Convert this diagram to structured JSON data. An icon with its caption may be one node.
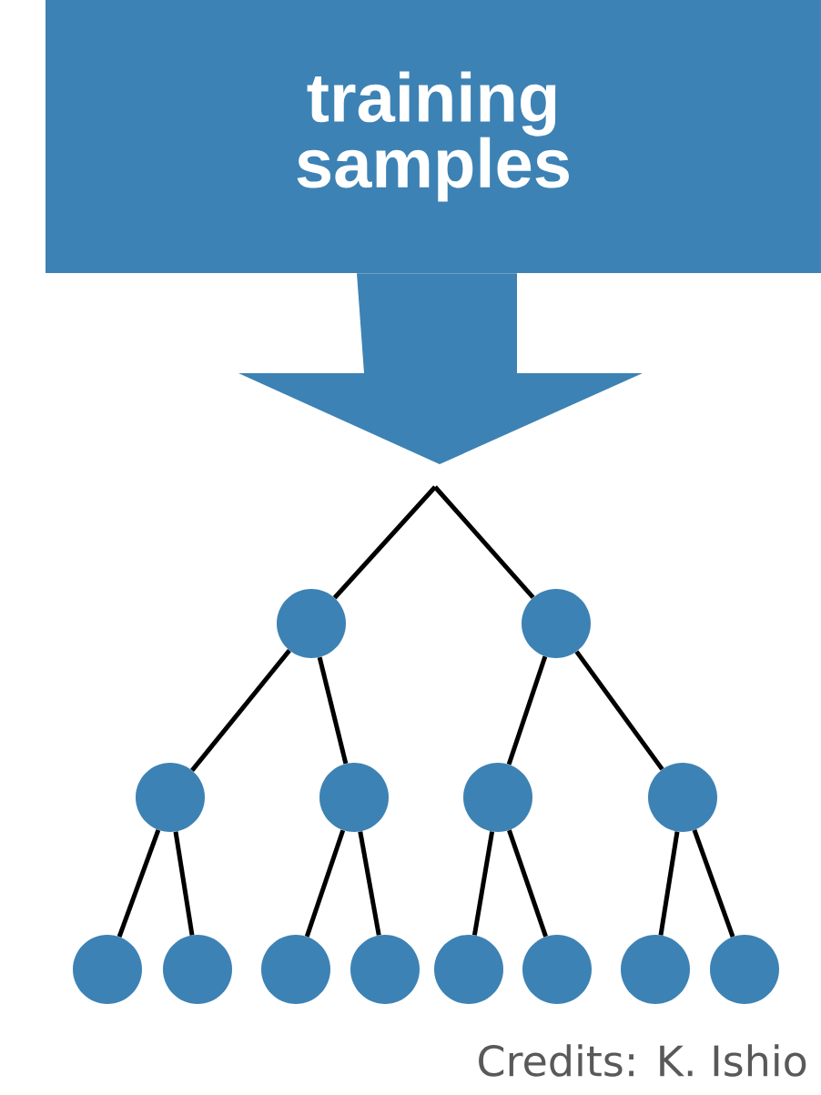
{
  "diagram": {
    "nodes": [
      {
        "text": [
          "training samples"
        ]
      },
      {
        "text": [],
        "shape": "circle"
      },
      {
        "text": [],
        "shape": "circle"
      },
      {
        "text": [],
        "shape": "circle"
      },
      {
        "text": [],
        "shape": "circle"
      },
      {
        "text": [],
        "shape": "circle"
      },
      {
        "text": [],
        "shape": "circle"
      },
      {
        "text": [],
        "shape": "circle"
      },
      {
        "text": [],
        "shape": "circle"
      },
      {
        "text": [],
        "shape": "circle"
      },
      {
        "text": [],
        "shape": "circle"
      },
      {
        "text": [],
        "shape": "circle"
      },
      {
        "text": [],
        "shape": "circle"
      },
      {
        "text": [],
        "shape": "circle"
      },
      {
        "text": [],
        "shape": "circle"
      }
    ],
    "edges": [
      {
        "from": 0,
        "to": null,
        "arrow": "to",
        "style": "thick",
        "color": "#3d82b4"
      },
      {
        "from": null,
        "to": 1,
        "arrow": "none"
      },
      {
        "from": null,
        "to": 2,
        "arrow": "none"
      },
      {
        "from": 1,
        "to": 3,
        "arrow": "none"
      },
      {
        "from": 1,
        "to": 4,
        "arrow": "none"
      },
      {
        "from": 2,
        "to": 5,
        "arrow": "none"
      },
      {
        "from": 2,
        "to": 6,
        "arrow": "none"
      },
      {
        "from": 3,
        "to": 7,
        "arrow": "none"
      },
      {
        "from": 3,
        "to": 8,
        "arrow": "none"
      },
      {
        "from": 4,
        "to": 9,
        "arrow": "none"
      },
      {
        "from": 4,
        "to": 10,
        "arrow": "none"
      },
      {
        "from": 5,
        "to": 11,
        "arrow": "none"
      },
      {
        "from": 5,
        "to": 12,
        "arrow": "none"
      },
      {
        "from": 6,
        "to": 13,
        "arrow": "none"
      },
      {
        "from": 6,
        "to": 14,
        "arrow": "none"
      }
    ],
    "labels": [
      "Credits: K. Ishio"
    ]
  }
}
